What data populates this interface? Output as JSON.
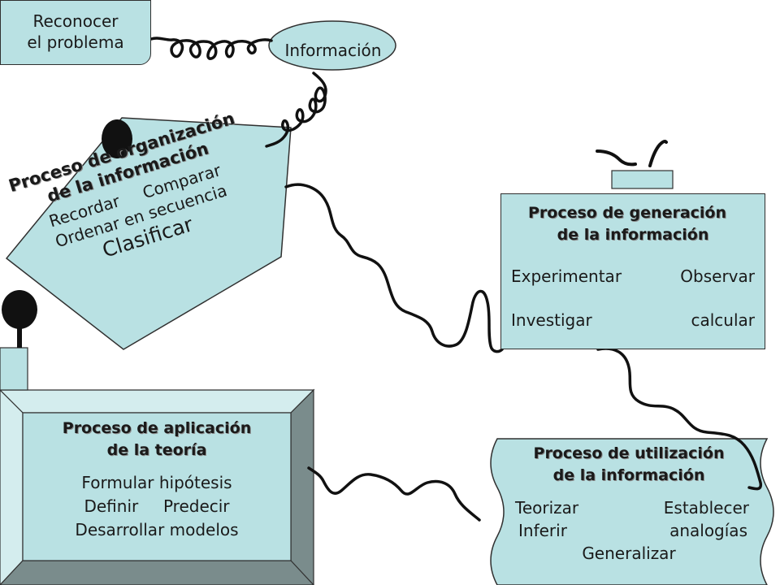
{
  "reconocer": {
    "line1": "Reconocer",
    "line2": "el problema"
  },
  "informacion": {
    "label": "Información"
  },
  "organizacion": {
    "title1": "Proceso de organización",
    "title2": "de la información",
    "item1a": "Recordar",
    "item1b": "Comparar",
    "item2": "Ordenar en secuencia",
    "item3": "Clasificar"
  },
  "generacion": {
    "title1": "Proceso de generación",
    "title2": "de la información",
    "item1a": "Experimentar",
    "item1b": "Observar",
    "item2a": "Investigar",
    "item2b": "calcular"
  },
  "aplicacion": {
    "title1": "Proceso de aplicación",
    "title2": "de la teoría",
    "item1": "Formular hipótesis",
    "item2a": "Definir",
    "item2b": "Predecir",
    "item3": "Desarrollar modelos"
  },
  "utilizacion": {
    "title1": "Proceso de utilización",
    "title2": "de la información",
    "item1a": "Teorizar",
    "item1b": "Establecer",
    "item2a": "Inferir",
    "item2b": "analogías",
    "item3": "Generalizar"
  },
  "colors": {
    "shape_fill": "#b9e1e3",
    "bevel_light": "#d4edee",
    "bevel_dark": "#7a8c8c",
    "outline": "#303030",
    "connector": "#1a1a1a"
  }
}
